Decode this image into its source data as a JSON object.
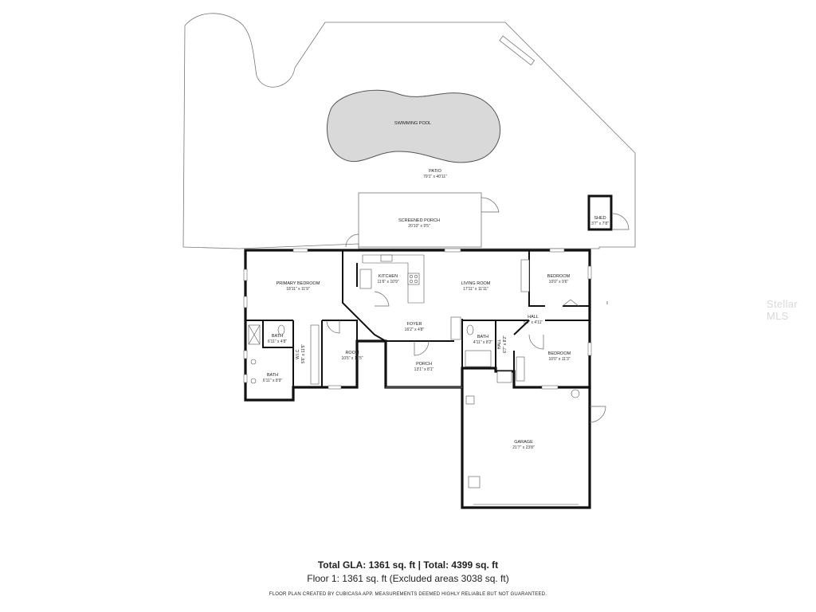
{
  "plan": {
    "outdoor": {
      "pool": {
        "name": "SWIMMING POOL"
      },
      "patio": {
        "name": "PATIO",
        "dims": "79'1\" x 40'11\""
      },
      "screened_porch": {
        "name": "SCREENED PORCH",
        "dims": "20'10\" x 9'5\""
      },
      "shed": {
        "name": "SHED",
        "dims": "3'7\" x 7'8\""
      }
    },
    "rooms": {
      "primary_bedroom": {
        "name": "PRIMARY BEDROOM",
        "dims": "18'11\" x 11'9\""
      },
      "kitchen": {
        "name": "KITCHEN",
        "dims": "11'6\" x 10'9\""
      },
      "living_room": {
        "name": "LIVING ROOM",
        "dims": "17'11\" x 11'11\""
      },
      "bedroom_1": {
        "name": "BEDROOM",
        "dims": "10'0\" x 9'6\""
      },
      "hall_1": {
        "name": "HALL",
        "dims": "5'3\" x 4'11\""
      },
      "foyer": {
        "name": "FOYER",
        "dims": "16'2\" x 4'8\""
      },
      "bath_1": {
        "name": "BATH",
        "dims": "6'11\" x 4'8\""
      },
      "wic": {
        "name": "W.I.C.",
        "dims": "5'6\" x 11'5\""
      },
      "room": {
        "name": "ROOM",
        "dims": "10'5\" x 11'5\""
      },
      "porch": {
        "name": "PORCH",
        "dims": "13'1\" x 8'1\""
      },
      "bath_2": {
        "name": "BATH",
        "dims": "4'11\" x 8'2\""
      },
      "hall_2": {
        "name": "HALL",
        "dims": "6'7\" x 8'2\""
      },
      "bedroom_2": {
        "name": "BEDROOM",
        "dims": "10'0\" x 11'3\""
      },
      "bath_3": {
        "name": "BATH",
        "dims": "6'11\" x 8'9\""
      },
      "garage": {
        "name": "GARAGE",
        "dims": "21'7\" x 23'8\""
      }
    }
  },
  "footer": {
    "total": "Total GLA: 1361 sq. ft | Total: 4399 sq. ft",
    "floor": "Floor 1: 1361 sq. ft (Excluded areas 3038 sq. ft)",
    "disclaimer": "FLOOR PLAN CREATED BY CUBICASA APP. MEASUREMENTS DEEMED HIGHLY RELIABLE BUT NOT GUARANTEED."
  },
  "watermark": {
    "text": "Stellar MLS"
  }
}
